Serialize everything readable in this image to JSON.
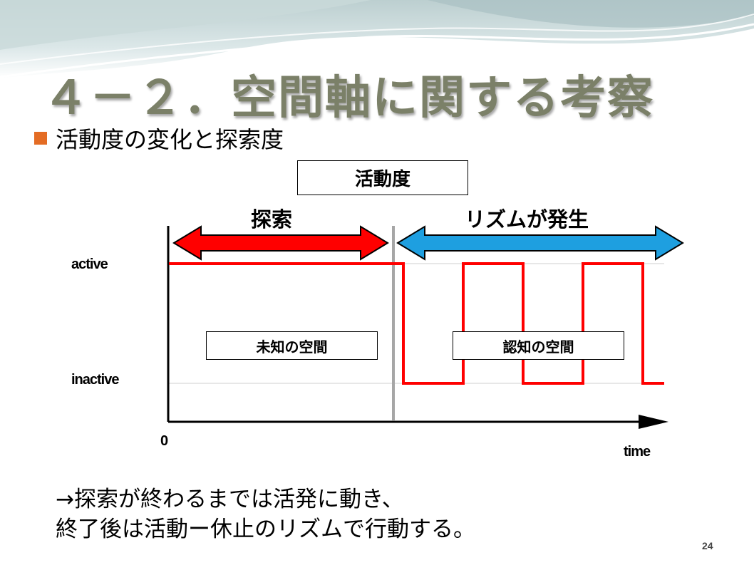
{
  "slide": {
    "title": "４－２．空間軸に関する考察",
    "bullet": "活動度の変化と探索度",
    "page_number": "24",
    "caption_line1": "→探索が終わるまでは活発に動き、",
    "caption_line2": "終了後は活動ー休止のリズムで行動する。"
  },
  "diagram": {
    "header_box": "活動度",
    "phase_explore": "探索",
    "phase_rhythm": "リズムが発生",
    "y_label_active": "active",
    "y_label_inactive": "inactive",
    "x_origin": "0",
    "x_label": "time",
    "box_unknown": "未知の空間",
    "box_known": "認知の空間",
    "signal": [
      [
        "active",
        "0"
      ],
      [
        "inactive",
        "1"
      ],
      [
        "active",
        "2"
      ],
      [
        "inactive",
        "3"
      ],
      [
        "active",
        "4"
      ],
      [
        "inactive",
        "5"
      ]
    ]
  },
  "colors": {
    "title": "#7b8068",
    "bullet": "#e46c24",
    "signal": "#ff0000",
    "explore_arrow": "#ff0000",
    "rhythm_arrow": "#1e9fe0",
    "divider": "#a6a6a6"
  }
}
